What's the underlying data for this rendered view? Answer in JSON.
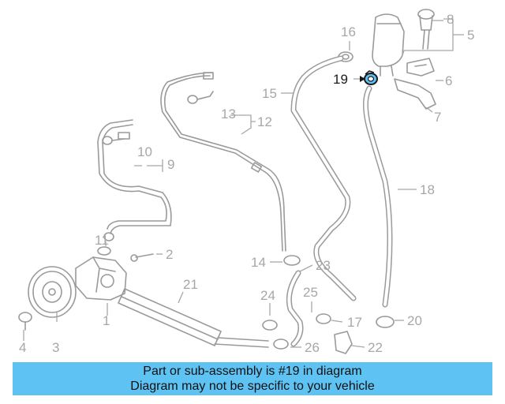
{
  "callouts": {
    "c1": "1",
    "c2": "2",
    "c3": "3",
    "c4": "4",
    "c5": "5",
    "c6": "6",
    "c7": "7",
    "c8": "8",
    "c9": "9",
    "c10": "10",
    "c11": "11",
    "c12": "12",
    "c13": "13",
    "c14": "14",
    "c15": "15",
    "c16": "16",
    "c17": "17",
    "c18": "18",
    "c19": "19",
    "c20": "20",
    "c21": "21",
    "c22": "22",
    "c23": "23",
    "c24": "24",
    "c25": "25",
    "c26": "26"
  },
  "highlight": {
    "part_number": "19",
    "color": "#5ec3f3"
  },
  "banner": {
    "line1": "Part or sub-assembly is #19 in diagram",
    "line2": "Diagram may not be specific to your vehicle"
  }
}
